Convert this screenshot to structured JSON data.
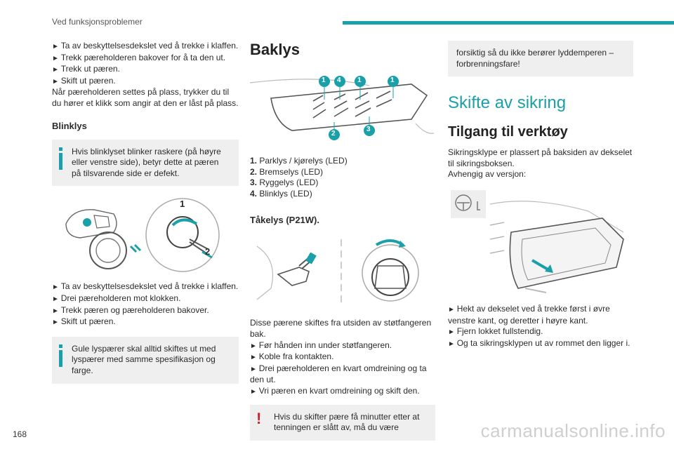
{
  "header": {
    "title": "Ved funksjonsproblemer"
  },
  "page_number": "168",
  "watermark": "carmanualsonline.info",
  "col1": {
    "steps_a": [
      "Ta av beskyttelsesdekslet ved å trekke i klaffen.",
      "Trekk pæreholderen bakover for å ta den ut.",
      "Trekk ut pæren.",
      "Skift ut pæren."
    ],
    "note_a": "Når pæreholderen settes på plass, trykker du til du hører et klikk som angir at den er låst på plass.",
    "blinklys_title": "Blinklys",
    "info_blink": "Hvis blinklyset blinker raskere (på høyre eller venstre side), betyr dette at pæren på tilsvarende side er defekt.",
    "fig_labels": [
      "1",
      "2"
    ],
    "steps_b": [
      "Ta av beskyttelsesdekslet ved å trekke i klaffen.",
      "Drei pæreholderen mot klokken.",
      "Trekk pæren og pæreholderen bakover.",
      "Skift ut pæren."
    ],
    "info_gule": "Gule lyspærer skal alltid skiftes ut med lyspærer med samme spesifikasjon og farge."
  },
  "col2": {
    "baklys_title": "Baklys",
    "fig_numbers": [
      "1",
      "4",
      "1",
      "1",
      "2",
      "3"
    ],
    "list": [
      {
        "num": "1.",
        "text": "Parklys / kjørelys (LED)"
      },
      {
        "num": "2.",
        "text": "Bremselys (LED)"
      },
      {
        "num": "3.",
        "text": "Ryggelys (LED)"
      },
      {
        "num": "4.",
        "text": "Blinklys (LED)"
      }
    ],
    "takelys_title": "Tåkelys (P21W).",
    "intro": "Disse pærene skiftes fra utsiden av støtfangeren bak.",
    "steps": [
      "Før hånden inn under støtfangeren.",
      "Koble fra kontakten.",
      "Drei pæreholderen en kvart omdreining og ta den ut.",
      "Vri pæren en kvart omdreining og skift den."
    ],
    "warn": "Hvis du skifter pære få minutter etter at tenningen er slått av, må du være"
  },
  "col3": {
    "warn_cont": "forsiktig så du ikke berører lyddemperen – forbrenningsfare!",
    "section_title": "Skifte av sikring",
    "subtitle": "Tilgang til verktøy",
    "intro1": "Sikringsklype er plassert på baksiden av dekselet til sikringsboksen.",
    "intro2": "Avhengig av versjon:",
    "steps": [
      "Hekt av dekselet ved å trekke først i øvre venstre kant, og deretter i høyre kant.",
      "Fjern lokket fullstendig.",
      "Og ta sikringsklypen ut av rommet den ligger i."
    ]
  },
  "colors": {
    "accent": "#1aa0a8",
    "warning": "#d01f2a",
    "box": "#efefef"
  }
}
